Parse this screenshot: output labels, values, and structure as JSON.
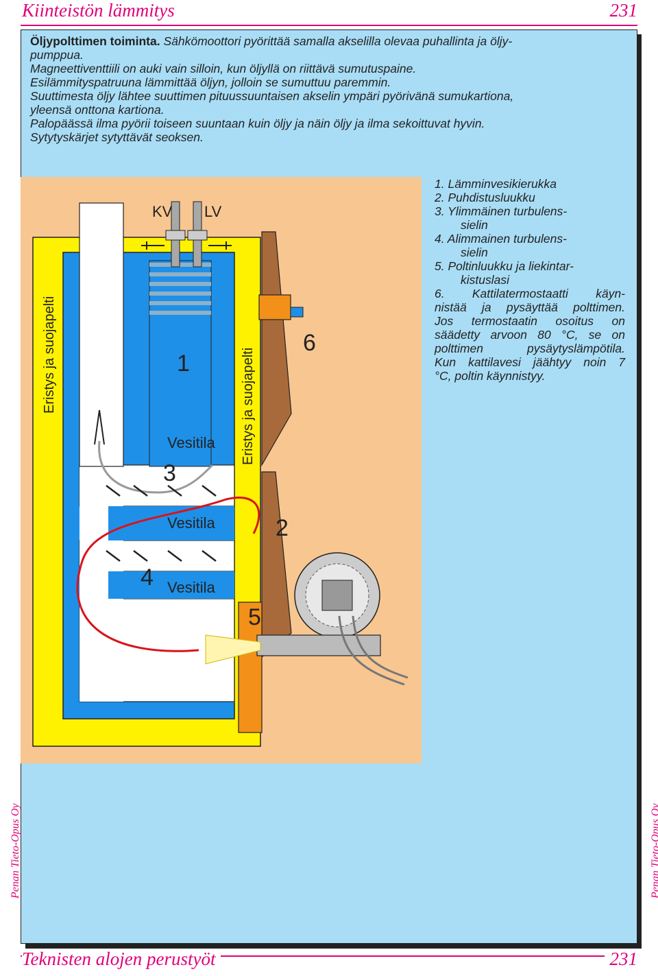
{
  "header": {
    "title": "Kiinteistön lämmitys",
    "page": "231"
  },
  "intro": {
    "lead": "Öljypolttimen toiminta.",
    "lead_rest": " Sähkömoottori pyörittää samalla akselilla olevaa puhallinta ja öljy-",
    "lines": [
      "pumppua.",
      "Magneettiventtiili on auki vain silloin, kun öljyllä on riittävä sumutuspaine.",
      "Esilämmityspatruuna lämmittää öljyn, jolloin se sumuttuu paremmin.",
      "Suuttimesta öljy lähtee suuttimen pituussuuntaisen akselin ympäri pyörivänä sumukartiona,",
      "yleensä onttona kartiona.",
      "Palopäässä ilma pyörii toiseen suuntaan kuin öljy ja näin öljy ja ilma sekoittuvat hyvin.",
      "Sytytyskärjet sytyttävät seoksen."
    ]
  },
  "diagram": {
    "labels": {
      "kv": "KV",
      "lv": "LV",
      "insulation": "Eristys ja suojapelti",
      "water_space": "Vesitila",
      "n1": "1",
      "n2": "2",
      "n3": "3",
      "n4": "4",
      "n5": "5",
      "n6": "6"
    },
    "colors": {
      "background": "#f8c690",
      "insulation": "#fff200",
      "water": "#1e90e8",
      "flue": "#ffffff",
      "door": "#a86a3a",
      "flame": "#d8141b",
      "gas": "#999999",
      "burner": "#cccccc",
      "thermostat": "#f39019",
      "panel": "#a9ddf6",
      "accent": "#e0007a"
    }
  },
  "legend": {
    "items": [
      {
        "line1": "1. Lämminvesikierukka"
      },
      {
        "line1": "2. Puhdistusluukku"
      },
      {
        "line1": "3. Ylimmäinen turbulens-",
        "line2": "sielin"
      },
      {
        "line1": "4. Alimmainen turbulens-",
        "line2": "sielin"
      },
      {
        "line1": "5. Poltinluukku ja liekintar-",
        "line2": "kistuslasi"
      }
    ],
    "item6": [
      "6. Kattilatermostaatti käyn-",
      "nistää ja pysäyttää polttimen.",
      "Jos termostaatin osoitus on",
      "säädetty arvoon 80 °C, se on",
      "polttimen pysäytyslämpötila.",
      "Kun kattilavesi jäähtyy noin 7",
      "°C, poltin käynnistyy."
    ]
  },
  "side": {
    "publisher": "Penan Tieto-Opus Oy"
  },
  "footer": {
    "title": "Teknisten alojen perustyöt",
    "page": "231"
  }
}
